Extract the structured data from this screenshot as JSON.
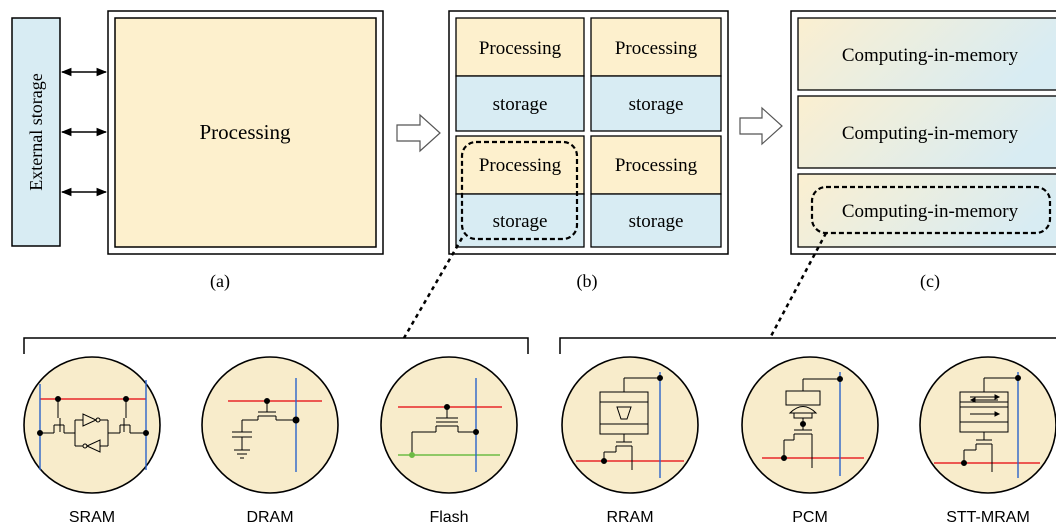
{
  "panels": {
    "a": {
      "caption": "(a)",
      "external_storage": "External storage",
      "processing": "Processing"
    },
    "b": {
      "caption": "(b)",
      "cells": [
        {
          "processing": "Processing",
          "storage": "storage"
        },
        {
          "processing": "Processing",
          "storage": "storage"
        },
        {
          "processing": "Processing",
          "storage": "storage"
        },
        {
          "processing": "Processing",
          "storage": "storage"
        }
      ]
    },
    "c": {
      "caption": "(c)",
      "rows": [
        "Computing-in-memory",
        "Computing-in-memory",
        "Computing-in-memory"
      ]
    }
  },
  "memory_devices": {
    "conventional": [
      "SRAM",
      "DRAM",
      "Flash"
    ],
    "emerging": [
      "RRAM",
      "PCM",
      "STT-MRAM"
    ]
  },
  "colors": {
    "processing_fill": "#fdf0cd",
    "storage_fill": "#d8ecf3",
    "circle_fill": "#f8eccb",
    "red_line": "#e8272a",
    "blue_line": "#2b63c9",
    "green_line": "#6dbb45"
  }
}
